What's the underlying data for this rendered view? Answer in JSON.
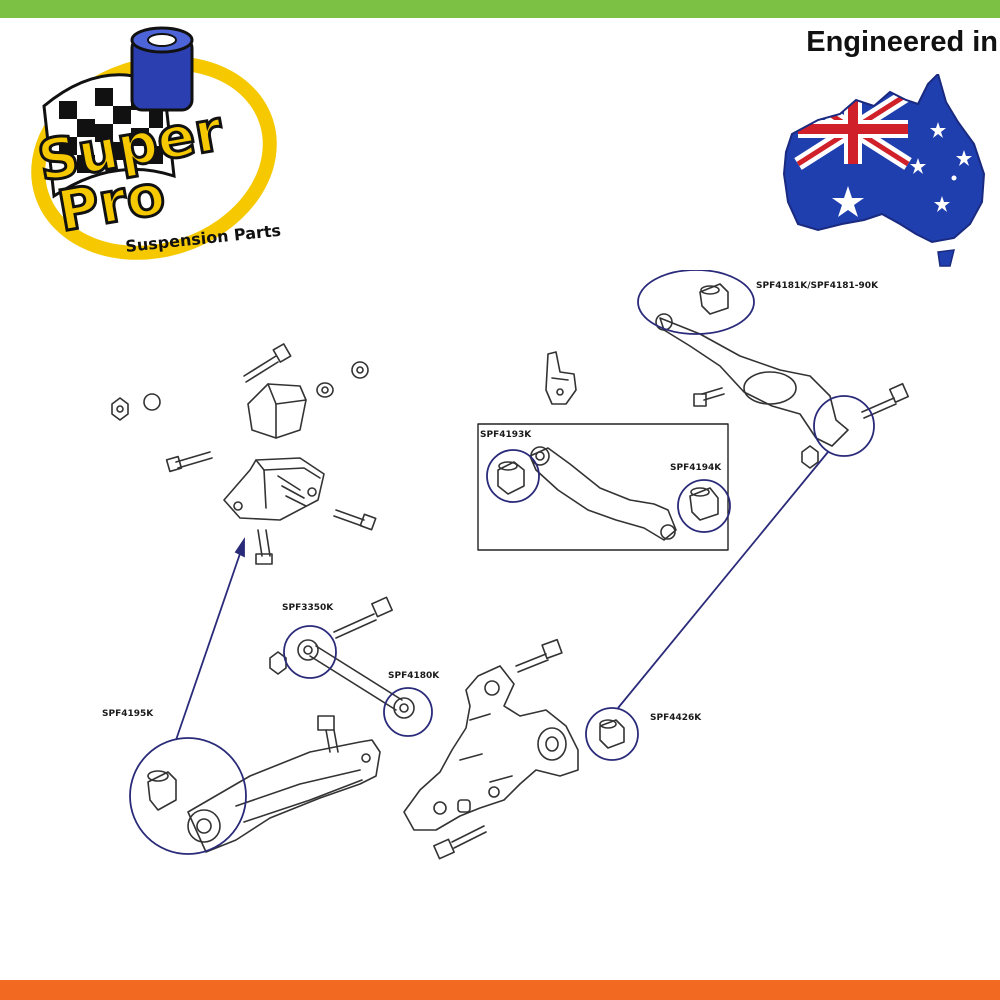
{
  "brand": {
    "name_line1": "Super",
    "name_line2": "Pro",
    "tagline": "Suspension Parts",
    "colors": {
      "yellow": "#f5c800",
      "blue": "#1b2a8c",
      "black": "#111111"
    }
  },
  "header": {
    "engineered_label": "Engineered in",
    "country_icon": "australia-map-flag-icon"
  },
  "colors": {
    "top_bar": "#7cc143",
    "bottom_bar": "#f26a22",
    "callout": "#2a2a7a",
    "line_art": "#333333"
  },
  "parts": [
    {
      "id": "lbl-4181",
      "code": "SPF4181K/SPF4181-90K"
    },
    {
      "id": "lbl-4193",
      "code": "SPF4193K"
    },
    {
      "id": "lbl-4194",
      "code": "SPF4194K"
    },
    {
      "id": "lbl-3350",
      "code": "SPF3350K"
    },
    {
      "id": "lbl-4180",
      "code": "SPF4180K"
    },
    {
      "id": "lbl-4195",
      "code": "SPF4195K"
    },
    {
      "id": "lbl-4426",
      "code": "SPF4426K"
    }
  ]
}
